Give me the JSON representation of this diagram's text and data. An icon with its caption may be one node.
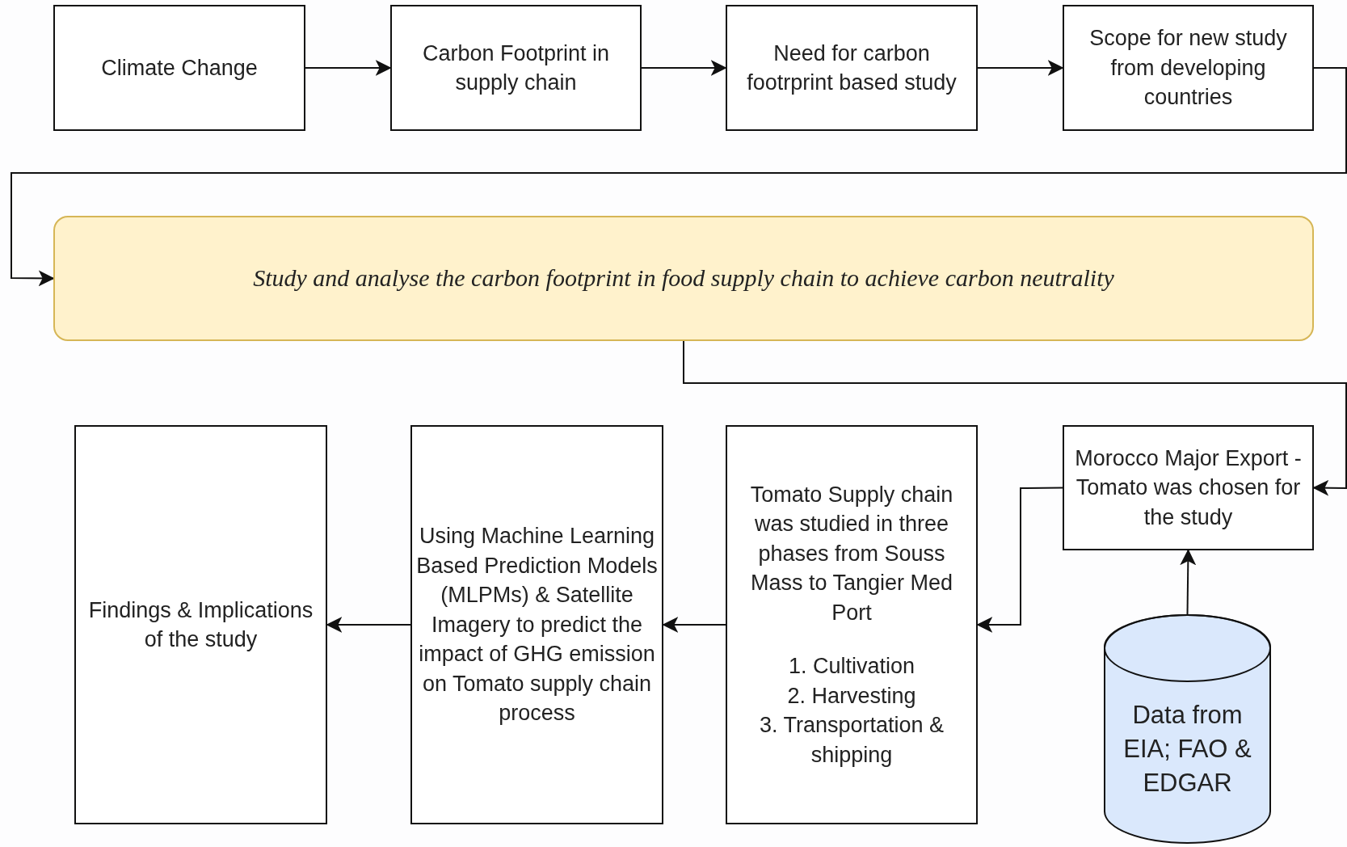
{
  "diagram": {
    "nodes": [
      {
        "text": [
          "Climate Change"
        ]
      },
      {
        "text": [
          "Carbon Footprint in supply chain"
        ]
      },
      {
        "text": [
          "Need for carbon footrprint based study"
        ]
      },
      {
        "text": [
          "Scope for new study from developing countries"
        ]
      },
      {
        "text": [
          "Study and analyse the carbon footprint in food supply chain to achieve carbon neutrality"
        ]
      },
      {
        "text": [
          "Morocco Major Export - Tomato was chosen for the study"
        ]
      },
      {
        "text": [
          "Tomato Supply chain was studied in three phases from Souss Mass to Tangier Med Port",
          "1. Cultivation",
          "2. Harvesting",
          "3. Transportation & shipping"
        ]
      },
      {
        "text": [
          "Using Machine Learning Based Prediction Models (MLPMs) & Satellite Imagery to predict the impact of GHG emission on Tomato supply chain process"
        ]
      },
      {
        "text": [
          "Findings & Implications of the study"
        ]
      },
      {
        "text": [
          "Data from EIA; FAO & EDGAR"
        ]
      }
    ],
    "edges": [
      {
        "from": 0,
        "to": 1,
        "arrow": "to"
      },
      {
        "from": 1,
        "to": 2,
        "arrow": "to"
      },
      {
        "from": 2,
        "to": 3,
        "arrow": "to"
      },
      {
        "from": 3,
        "to": 4,
        "arrow": "to"
      },
      {
        "from": 4,
        "to": 5,
        "arrow": "to"
      },
      {
        "from": 9,
        "to": 5,
        "arrow": "to"
      },
      {
        "from": 5,
        "to": 6,
        "arrow": "to"
      },
      {
        "from": 6,
        "to": 7,
        "arrow": "to"
      },
      {
        "from": 7,
        "to": 8,
        "arrow": "to"
      }
    ]
  }
}
